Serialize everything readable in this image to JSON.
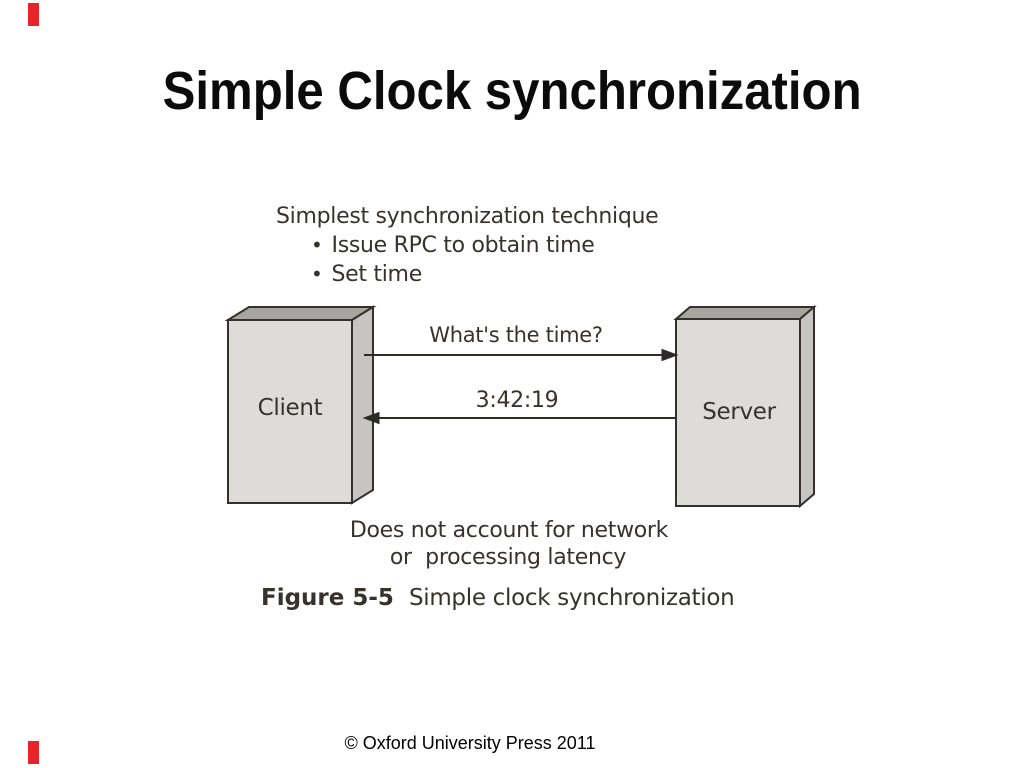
{
  "slide": {
    "title": "Simple Clock synchronization",
    "copyright": "© Oxford University Press 2011",
    "accent_color": "#e8232a"
  },
  "diagram": {
    "heading": "Simplest synchronization technique",
    "bullet_char": "•",
    "bullets": [
      "Issue RPC to obtain time",
      "Set time"
    ],
    "client_label": "Client",
    "server_label": "Server",
    "request_label": "What's the time?",
    "response_label": "3:42:19",
    "note_line1": "Does not account for network",
    "note_line2": "or  processing latency",
    "figure_label": "Figure 5-5",
    "figure_caption": "Simple clock synchronization",
    "colors": {
      "box_front": "#dedcd9",
      "box_top": "#a8a5a1",
      "box_side": "#c7c5c1",
      "outline": "#35302b",
      "ink": "#37322c"
    }
  }
}
